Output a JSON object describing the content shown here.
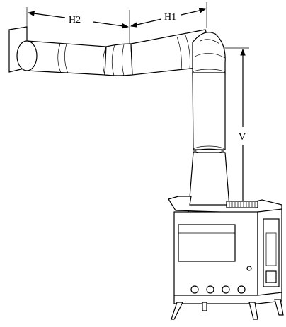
{
  "labels": {
    "h2": "H2",
    "h1": "H1",
    "v": "V"
  },
  "icons": {
    "arrow": "arrowhead"
  }
}
